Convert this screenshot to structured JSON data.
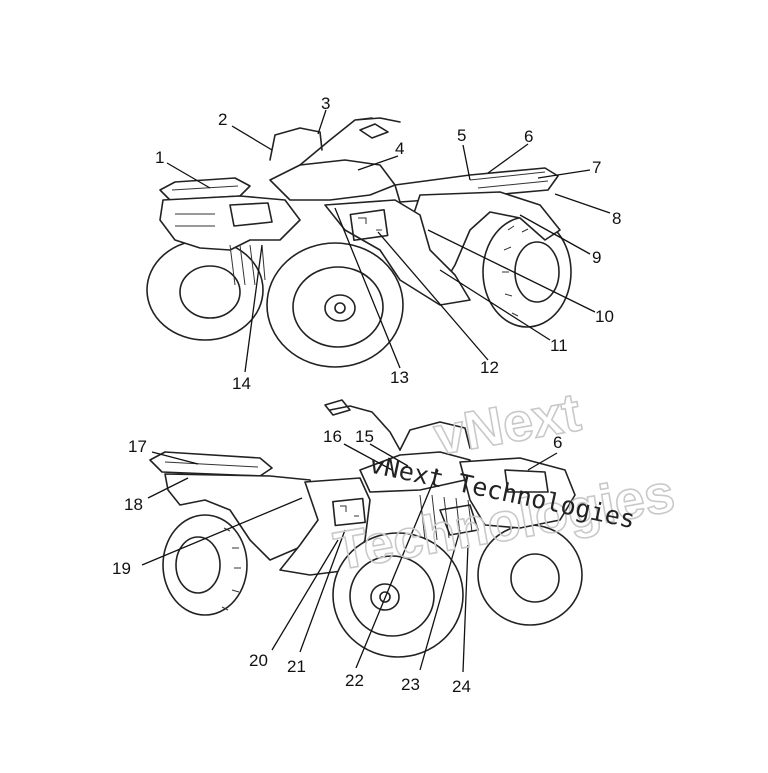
{
  "diagram": {
    "top_view_callouts": [
      "1",
      "2",
      "3",
      "4",
      "5",
      "6",
      "7",
      "8",
      "9",
      "10",
      "11",
      "12",
      "13",
      "14"
    ],
    "bottom_view_callouts": [
      "17",
      "18",
      "16",
      "15",
      "6",
      "19",
      "20",
      "21",
      "22",
      "23",
      "24"
    ]
  },
  "watermark": {
    "outline_line1": "vNext",
    "outline_line2": "Technologies",
    "mono_text": "vNext Technologies"
  },
  "colors": {
    "line": "#222222",
    "watermark_outline": "#c9c9c9",
    "background": "#ffffff"
  }
}
